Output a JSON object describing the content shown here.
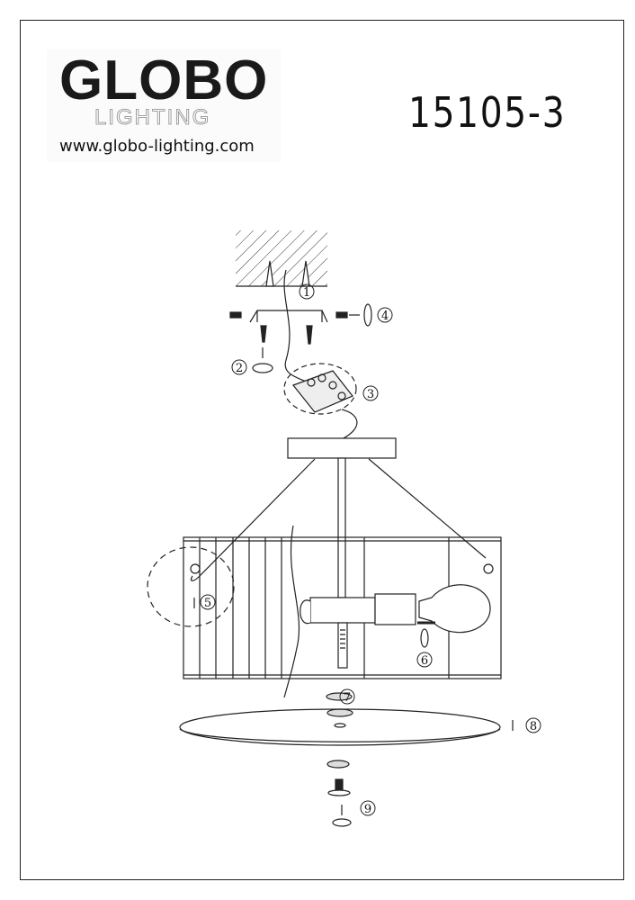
{
  "brand": {
    "name": "GLOBO",
    "subtitle": "LIGHTING",
    "url": "www.globo-lighting.com"
  },
  "model_number": "15105-3",
  "steps": [
    "1",
    "2",
    "3",
    "4",
    "5",
    "6",
    "7",
    "8",
    "9"
  ]
}
